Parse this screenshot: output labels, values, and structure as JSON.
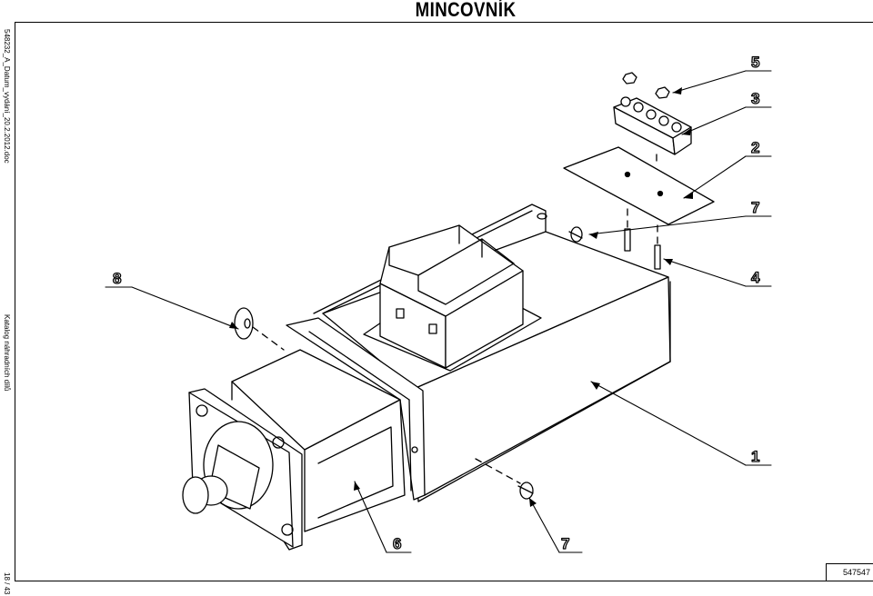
{
  "title": "MINCOVNÍK",
  "margin": {
    "doc_reference": "548232_A_Datum_vydání_20.2.2012.doc",
    "catalog_label": "Katalog náhradních dílů",
    "page_number": "18 / 43"
  },
  "drawing_number": "547547",
  "callouts": {
    "c1": "1",
    "c2": "2",
    "c3": "3",
    "c4": "4",
    "c5": "5",
    "c6": "6",
    "c7a": "7",
    "c7b": "7",
    "c8": "8"
  }
}
